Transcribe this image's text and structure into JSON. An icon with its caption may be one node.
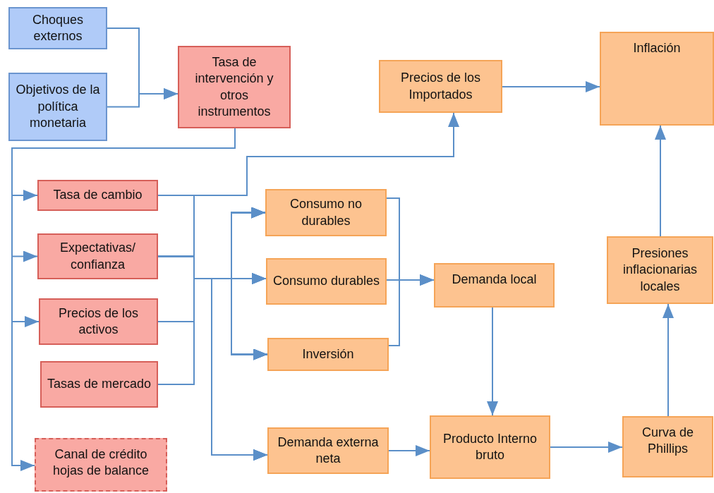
{
  "diagram": {
    "nodes": [
      {
        "text": [
          "Choques externos"
        ]
      },
      {
        "text": [
          "Objetivos de la política monetaria"
        ]
      },
      {
        "text": [
          "Tasa de intervención y otros instrumentos"
        ]
      },
      {
        "text": [
          "Precios de los Importados"
        ]
      },
      {
        "text": [
          "Inflación"
        ]
      },
      {
        "text": [
          "Tasa de cambio"
        ]
      },
      {
        "text": [
          "Expectativas/ confianza"
        ]
      },
      {
        "text": [
          "Consumo no durables"
        ]
      },
      {
        "text": [
          "Consumo durables"
        ]
      },
      {
        "text": [
          "Demanda local"
        ]
      },
      {
        "text": [
          "Presiones inflacionarias locales"
        ]
      },
      {
        "text": [
          "Precios de los activos"
        ]
      },
      {
        "text": [
          "Inversión"
        ]
      },
      {
        "text": [
          "Tasas de mercado"
        ]
      },
      {
        "text": [
          "Demanda externa neta"
        ]
      },
      {
        "text": [
          "Producto Interno bruto"
        ]
      },
      {
        "text": [
          "Curva de Phillips"
        ]
      },
      {
        "text": [
          "Canal de crédito hojas de balance"
        ]
      }
    ],
    "edges": [
      {
        "from": 0,
        "to": 2,
        "arrow": "to"
      },
      {
        "from": 1,
        "to": 2,
        "arrow": "to"
      },
      {
        "from": 2,
        "to": 5,
        "arrow": "to"
      },
      {
        "from": 2,
        "to": 6,
        "arrow": "to"
      },
      {
        "from": 2,
        "to": 11,
        "arrow": "to"
      },
      {
        "from": 2,
        "to": 17,
        "arrow": "to"
      },
      {
        "from": 5,
        "to": 3,
        "arrow": "to"
      },
      {
        "from": 5,
        "to": 7,
        "arrow": "to"
      },
      {
        "from": 5,
        "to": 8,
        "arrow": "to"
      },
      {
        "from": 5,
        "to": 12,
        "arrow": "to"
      },
      {
        "from": 5,
        "to": 14,
        "arrow": "to"
      },
      {
        "from": 6,
        "to": 7,
        "arrow": "to"
      },
      {
        "from": 6,
        "to": 8,
        "arrow": "to"
      },
      {
        "from": 6,
        "to": 12,
        "arrow": "to"
      },
      {
        "from": 6,
        "to": 14,
        "arrow": "to"
      },
      {
        "from": 11,
        "to": 7,
        "arrow": "to"
      },
      {
        "from": 11,
        "to": 8,
        "arrow": "to"
      },
      {
        "from": 11,
        "to": 12,
        "arrow": "to"
      },
      {
        "from": 11,
        "to": 14,
        "arrow": "to"
      },
      {
        "from": 13,
        "to": 7,
        "arrow": "to"
      },
      {
        "from": 13,
        "to": 8,
        "arrow": "to"
      },
      {
        "from": 13,
        "to": 12,
        "arrow": "to"
      },
      {
        "from": 13,
        "to": 14,
        "arrow": "to"
      },
      {
        "from": 7,
        "to": 9,
        "arrow": "to"
      },
      {
        "from": 8,
        "to": 9,
        "arrow": "to"
      },
      {
        "from": 12,
        "to": 9,
        "arrow": "to"
      },
      {
        "from": 9,
        "to": 15,
        "arrow": "to"
      },
      {
        "from": 14,
        "to": 15,
        "arrow": "to"
      },
      {
        "from": 15,
        "to": 16,
        "arrow": "to"
      },
      {
        "from": 16,
        "to": 10,
        "arrow": "to"
      },
      {
        "from": 10,
        "to": 4,
        "arrow": "to"
      },
      {
        "from": 3,
        "to": 4,
        "arrow": "to"
      }
    ]
  }
}
